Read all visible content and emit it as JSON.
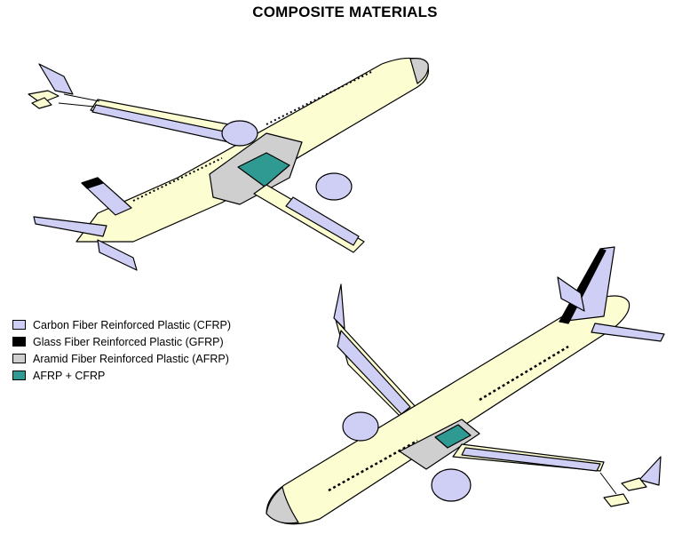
{
  "title": "COMPOSITE MATERIALS",
  "colors": {
    "fuselage": "#fdfdd2",
    "cfrp": "#cfcff5",
    "gfrp": "#000000",
    "afrp": "#cfcfcf",
    "afrp_cfrp": "#2f9a92",
    "outline": "#000000"
  },
  "legend": [
    {
      "label": "Carbon Fiber Reinforced Plastic (CFRP)",
      "color": "#cfcff5"
    },
    {
      "label": "Glass Fiber Reinforced Plastic (GFRP)",
      "color": "#000000"
    },
    {
      "label": "Aramid Fiber Reinforced Plastic (AFRP)",
      "color": "#cfcfcf"
    },
    {
      "label": "AFRP + CFRP",
      "color": "#2f9a92"
    }
  ]
}
